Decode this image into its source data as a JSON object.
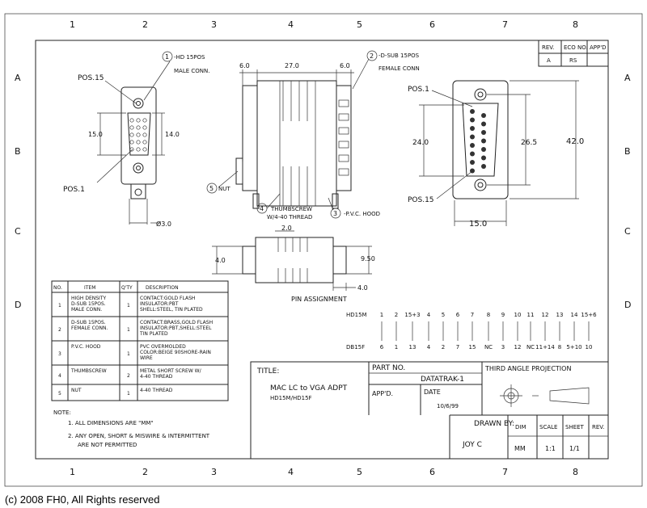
{
  "zones_top": [
    "1",
    "2",
    "3",
    "4",
    "5",
    "6",
    "7",
    "8"
  ],
  "zones_side": [
    "A",
    "B",
    "C",
    "D"
  ],
  "revision": {
    "headers": [
      "REV.",
      "ECO NO.",
      "APP'D"
    ],
    "values": [
      "A",
      "RS",
      ""
    ]
  },
  "callouts": {
    "c1_num": "1",
    "c1_text1": "-HD 15POS",
    "c1_text2": "MALE CONN.",
    "c2_num": "2",
    "c2_text1": "-D-SUB 15POS",
    "c2_text2": "FEMALE CONN",
    "c3_num": "3",
    "c3_text": "-P.V.C. HOOD",
    "c4_num": "4",
    "c4_text1": "THUMBSCREW",
    "c4_text2": "W/4-40 THREAD",
    "c5_num": "5",
    "c5_text": "NUT"
  },
  "labels": {
    "pos15_left": "POS.15",
    "pos1_left": "POS.1",
    "pos1_right": "POS.1",
    "pos15_right": "POS.15",
    "pin_assignment": "PIN ASSIGNMENT"
  },
  "dims": {
    "d15": "15.0",
    "d14": "14.0",
    "d30": "Ø3.0",
    "d6a": "6.0",
    "d27": "27.0",
    "d6b": "6.0",
    "d24": "24.0",
    "d265": "26.5",
    "d42": "42.0",
    "d15b": "15.0",
    "d40a": "4.0",
    "d20": "2.0",
    "d950": "9.50",
    "d40b": "4.0"
  },
  "bom": {
    "headers": [
      "NO.",
      "ITEM",
      "Q'TY",
      "DESCRIPTION"
    ],
    "rows": [
      {
        "no": "1",
        "item": "HIGH DENSITY D-SUB 15POS. MALE CONN.",
        "qty": "1",
        "desc": "CONTACT:GOLD FLASH INSULATOR:PBT SHELL:STEEL, TIN PLATED"
      },
      {
        "no": "2",
        "item": "D-SUB 15POS. FEMALE CONN.",
        "qty": "1",
        "desc": "CONTACT:BRASS,GOLD FLASH INSULATOR:PBT,SHELL:STEEL TIN PLATED"
      },
      {
        "no": "3",
        "item": "P.V.C. HOOD",
        "qty": "1",
        "desc": "PVC OVERMOLDED COLOR:BEIGE 90SHORE-RAIN WIRE"
      },
      {
        "no": "4",
        "item": "THUMBSCREW",
        "qty": "2",
        "desc": "METAL SHORT SCREW W/ 4-40 THREAD"
      },
      {
        "no": "5",
        "item": "NUT",
        "qty": "1",
        "desc": "4-40 THREAD"
      }
    ]
  },
  "pin_map": {
    "row1_label": "HD15M",
    "row2_label": "DB15F",
    "top": [
      "1",
      "2",
      "15+3",
      "4",
      "5",
      "6",
      "7",
      "8",
      "9",
      "10",
      "11",
      "12",
      "13",
      "14",
      "15+6"
    ],
    "bottom": [
      "6",
      "1",
      "13",
      "4",
      "2",
      "7",
      "15",
      "NC",
      "3",
      "12",
      "NC",
      "11+14",
      "8",
      "5+10",
      "10"
    ]
  },
  "notes": {
    "title": "NOTE:",
    "n1": "1. ALL DIMENSIONS ARE \"MM\"",
    "n2a": "2. ANY OPEN, SHORT & MISWIRE & INTERMITTENT",
    "n2b": "ARE NOT PERMITTED"
  },
  "title_block": {
    "title_label": "TITLE:",
    "title1": "MAC LC to VGA ADPT",
    "title2": "HD15M/HD15F",
    "partno_label": "PART NO.",
    "partno": "DATATRAK-1",
    "apprd_label": "APP'D.",
    "date_label": "DATE",
    "date": "10/6/99",
    "projection": "THIRD ANGLE PROJECTION",
    "drawn_label": "DRAWN BY:",
    "drawn": "JOY C",
    "dim_label": "DIM",
    "dim": "MM",
    "scale_label": "SCALE",
    "scale": "1:1",
    "sheet_label": "SHEET",
    "sheet": "1/1",
    "rev_label": "REV."
  },
  "copyright": "(c) 2008 FH0, All Rights reserved"
}
